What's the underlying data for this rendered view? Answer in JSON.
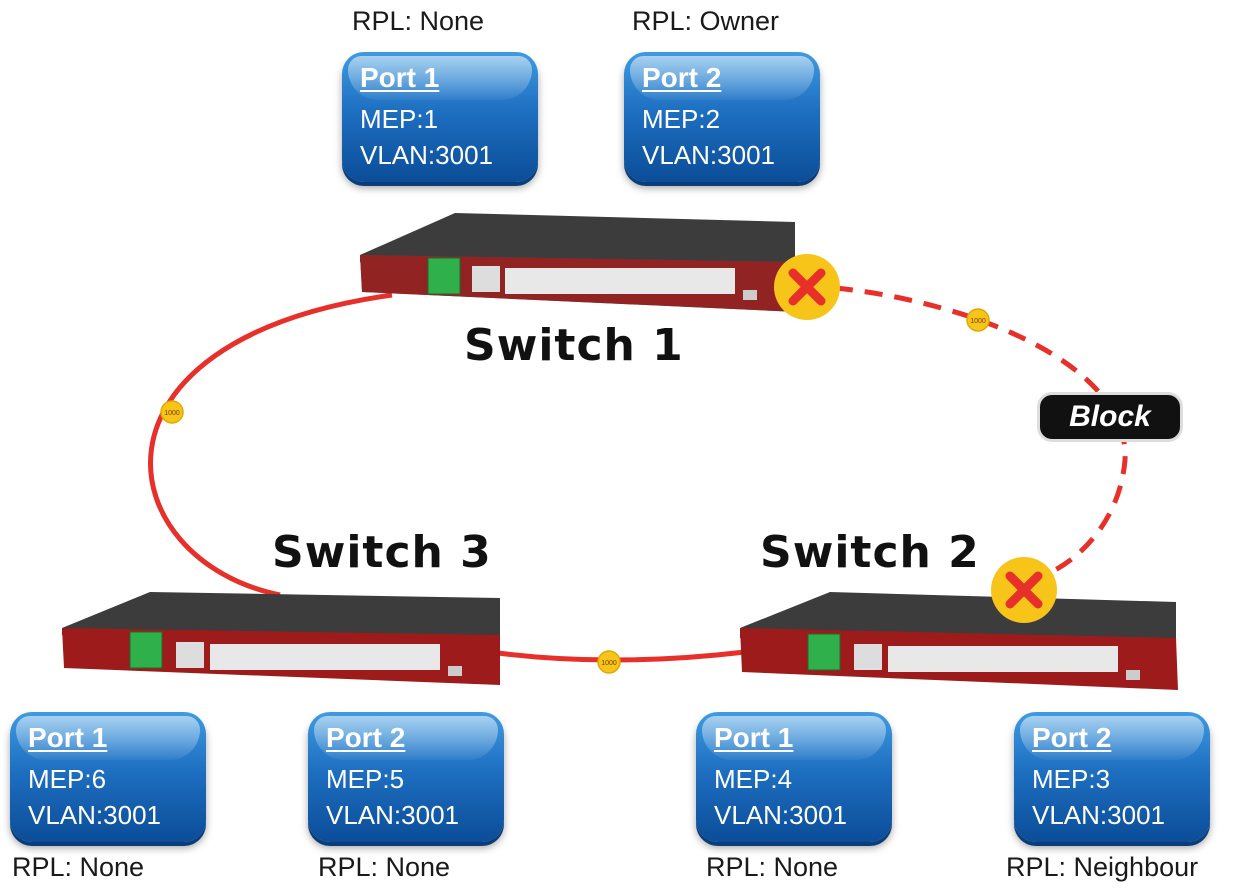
{
  "diagram": {
    "switches": [
      {
        "id": "s1",
        "label": "Switch 1",
        "ports": [
          {
            "port": "Port 1",
            "mep": "MEP:1",
            "vlan": "VLAN:3001",
            "rpl": "RPL: None"
          },
          {
            "port": "Port 2",
            "mep": "MEP:2",
            "vlan": "VLAN:3001",
            "rpl": "RPL: Owner"
          }
        ]
      },
      {
        "id": "s3",
        "label": "Switch 3",
        "ports": [
          {
            "port": "Port 1",
            "mep": "MEP:6",
            "vlan": "VLAN:3001",
            "rpl": "RPL: None"
          },
          {
            "port": "Port 2",
            "mep": "MEP:5",
            "vlan": "VLAN:3001",
            "rpl": "RPL: None"
          }
        ]
      },
      {
        "id": "s2",
        "label": "Switch 2",
        "ports": [
          {
            "port": "Port 1",
            "mep": "MEP:4",
            "vlan": "VLAN:3001",
            "rpl": "RPL: None"
          },
          {
            "port": "Port 2",
            "mep": "MEP:3",
            "vlan": "VLAN:3001",
            "rpl": "RPL: Neighbour"
          }
        ]
      }
    ],
    "links": [
      {
        "from": "Switch 1",
        "to": "Switch 3",
        "speed": "1000",
        "state": "forwarding"
      },
      {
        "from": "Switch 3",
        "to": "Switch 2",
        "speed": "1000",
        "state": "forwarding"
      },
      {
        "from": "Switch 1",
        "to": "Switch 2",
        "speed": "1000",
        "state": "blocked"
      }
    ],
    "block_label": "Block",
    "colors": {
      "link": "#e8302a",
      "card_top": "#3f9be0",
      "card_bottom": "#0b4d98",
      "badge": "#f7c41a",
      "block_x": "#e8302a",
      "chassis": "#4a4a4a",
      "chassis_front": "#9e1b1b"
    }
  }
}
